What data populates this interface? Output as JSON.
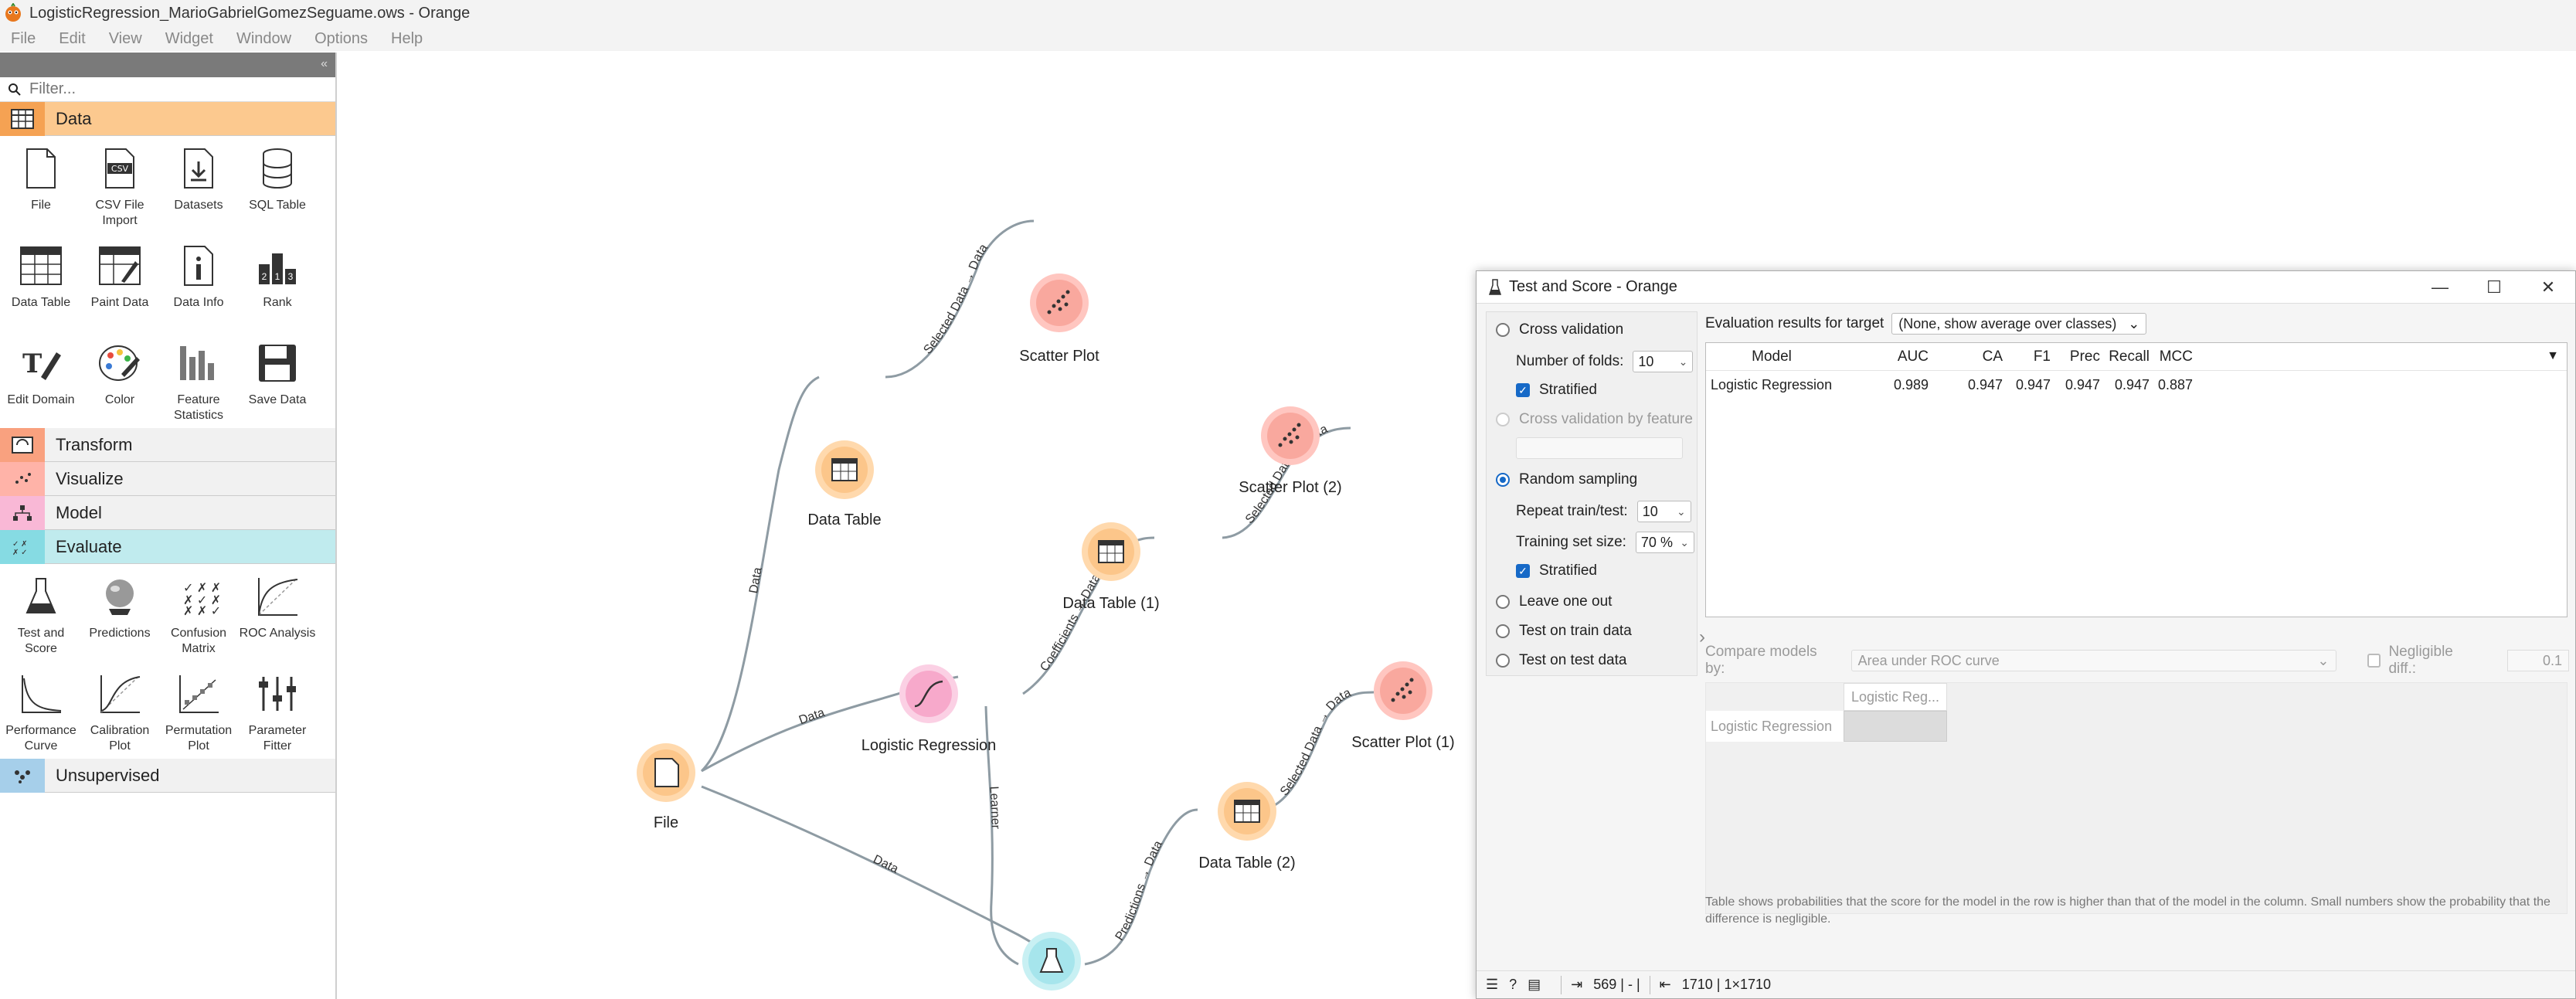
{
  "window": {
    "title": "LogisticRegression_MarioGabrielGomezSeguame.ows - Orange"
  },
  "menu": [
    "File",
    "Edit",
    "View",
    "Widget",
    "Window",
    "Options",
    "Help"
  ],
  "toolbox": {
    "filter_placeholder": "Filter...",
    "categories": {
      "data": "Data",
      "transform": "Transform",
      "visualize": "Visualize",
      "model": "Model",
      "evaluate": "Evaluate",
      "unsupervised": "Unsupervised"
    },
    "data_widgets": [
      {
        "label": "File",
        "icon": "file-icon"
      },
      {
        "label": "CSV File Import",
        "icon": "csv-icon"
      },
      {
        "label": "Datasets",
        "icon": "datasets-icon"
      },
      {
        "label": "SQL Table",
        "icon": "database-icon"
      },
      {
        "label": "Data Table",
        "icon": "table-icon"
      },
      {
        "label": "Paint Data",
        "icon": "paint-icon"
      },
      {
        "label": "Data Info",
        "icon": "info-icon"
      },
      {
        "label": "Rank",
        "icon": "rank-icon"
      },
      {
        "label": "Edit Domain",
        "icon": "edit-icon"
      },
      {
        "label": "Color",
        "icon": "palette-icon"
      },
      {
        "label": "Feature Statistics",
        "icon": "bars-icon"
      },
      {
        "label": "Save Data",
        "icon": "save-icon"
      }
    ],
    "evaluate_widgets": [
      {
        "label": "Test and Score",
        "icon": "flask-icon"
      },
      {
        "label": "Predictions",
        "icon": "crystal-ball-icon"
      },
      {
        "label": "Confusion Matrix",
        "icon": "matrix-icon"
      },
      {
        "label": "ROC Analysis",
        "icon": "roc-icon"
      },
      {
        "label": "Performance Curve",
        "icon": "curve-icon"
      },
      {
        "label": "Calibration Plot",
        "icon": "calibration-icon"
      },
      {
        "label": "Permutation Plot",
        "icon": "permutation-icon"
      },
      {
        "label": "Parameter Fitter",
        "icon": "sliders-icon"
      }
    ]
  },
  "canvas": {
    "nodes": {
      "file": "File",
      "data_table": "Data Table",
      "scatter_plot": "Scatter Plot",
      "logistic_regression": "Logistic Regression",
      "data_table_1": "Data Table (1)",
      "scatter_plot_2": "Scatter Plot (2)",
      "data_table_2": "Data Table (2)",
      "scatter_plot_1": "Scatter Plot (1)"
    },
    "links": {
      "file_datatable": "Data",
      "file_logreg": "Data",
      "file_testscore": "Data",
      "dt_scatter": "Selected Data → Data",
      "logreg_dt1": "Coefficients → Data",
      "dt1_scatter2": "Selected Data → Data",
      "logreg_testscore": "Learner",
      "testscore_dt2": "Predictions → Data",
      "dt2_scatter1": "Selected Data → Data"
    }
  },
  "test_score": {
    "title": "Test and Score - Orange",
    "cross_validation": "Cross validation",
    "number_of_folds_label": "Number of folds:",
    "number_of_folds": "10",
    "stratified_1": "Stratified",
    "cv_by_feature": "Cross validation by feature",
    "random_sampling": "Random sampling",
    "repeat_label": "Repeat train/test:",
    "repeat_value": "10",
    "training_size_label": "Training set size:",
    "training_size_value": "70 %",
    "stratified_2": "Stratified",
    "leave_one_out": "Leave one out",
    "test_on_train": "Test on train data",
    "test_on_test": "Test on test data",
    "eval_target_label": "Evaluation results for target",
    "eval_target_value": "(None, show average over classes)",
    "table_headers": [
      "Model",
      "AUC",
      "CA",
      "F1",
      "Prec",
      "Recall",
      "MCC"
    ],
    "rows": [
      {
        "model": "Logistic Regression",
        "auc": "0.989",
        "ca": "0.947",
        "f1": "0.947",
        "prec": "0.947",
        "recall": "0.947",
        "mcc": "0.887"
      }
    ],
    "compare_label": "Compare models by:",
    "compare_value": "Area under ROC curve",
    "negligible_label": "Negligible diff.:",
    "negligible_value": "0.1",
    "compare_col_head": "Logistic Reg...",
    "compare_row_head": "Logistic Regression",
    "note": "Table shows probabilities that the score for the model in the row is higher than that of the model in the column. Small numbers show the probability that the difference is negligible.",
    "status_input": "569 | - | ",
    "status_output": "1710 | 1×1710"
  }
}
